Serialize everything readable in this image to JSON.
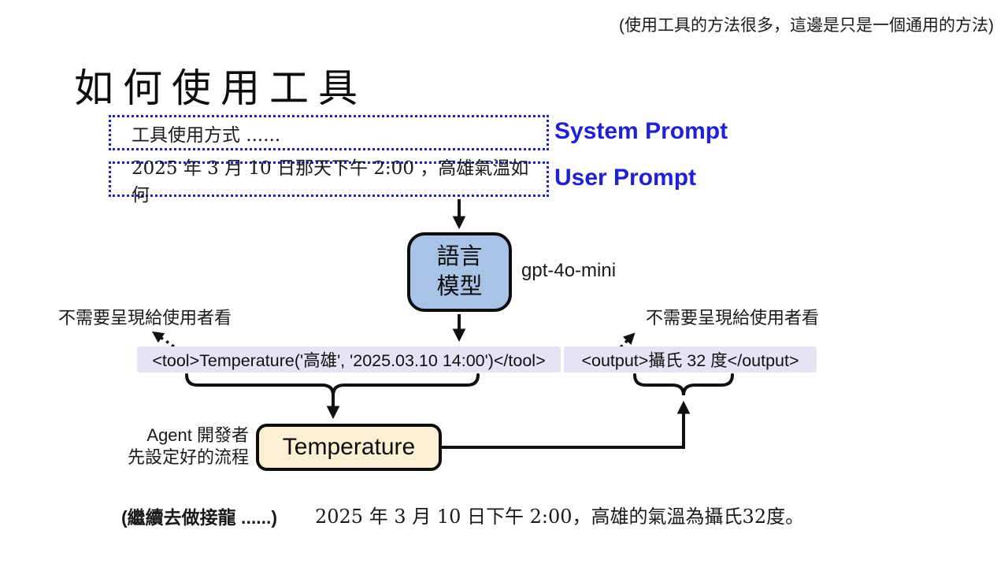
{
  "colors": {
    "accent_blue": "#2222CC",
    "label_blue": "#2020D6",
    "model_fill": "#A9C3E6",
    "message_bar_fill": "#E4E4F4",
    "tool_box_fill": "#FBF0D3",
    "line_black": "#111111"
  },
  "header": {
    "note": "(使用工具的方法很多，這邊是只是一個通用的方法)",
    "title": "如何使用工具"
  },
  "prompts": {
    "system": {
      "text": "工具使用方式 ......",
      "label": "System Prompt"
    },
    "user": {
      "text": "2025 年 3 月 10 日那天下午 2:00 ，高雄氣溫如何",
      "label": "User Prompt"
    }
  },
  "model": {
    "line1": "語言",
    "line2": "模型",
    "caption": "gpt-4o-mini"
  },
  "messages": {
    "tool_call": "<tool>Temperature('高雄', '2025.03.10 14:00')</tool>",
    "tool_output": "<output>攝氏 32 度</output>"
  },
  "annotations": {
    "hidden_left": "不需要呈現給使用者看",
    "hidden_right": "不需要呈現給使用者看",
    "agent_line1": "Agent 開發者",
    "agent_line2": "先設定好的流程"
  },
  "tool": {
    "label": "Temperature"
  },
  "footer": {
    "aside": "(繼續去做接龍 ......)",
    "answer": "2025 年 3 月 10 日下午 2:00，高雄的氣溫為攝氏32度。"
  }
}
